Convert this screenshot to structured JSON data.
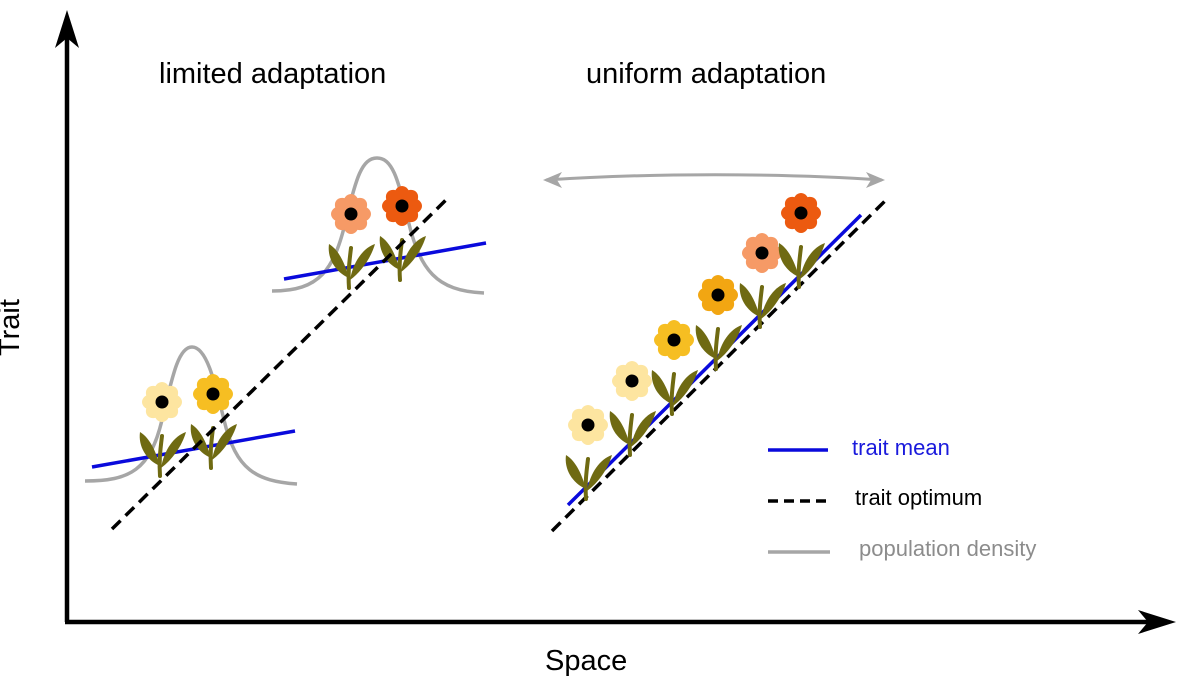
{
  "titles": {
    "left_panel": "limited adaptation",
    "right_panel": "uniform adaptation"
  },
  "axes": {
    "x_label": "Space",
    "y_label": "Trait"
  },
  "legend": {
    "trait_mean": "trait mean",
    "trait_optimum": "trait optimum",
    "population_density": "population density"
  },
  "colors": {
    "trait_mean": "#0a0adc",
    "trait_optimum": "#000000",
    "population_density": "#a6a6a6",
    "legend_mean_text": "#1a1adc",
    "legend_density_text": "#8c8c8c",
    "stem": "#6f6a12",
    "center": "#000000",
    "petal_pale": "#fde5a0",
    "petal_yellow": "#f6be22",
    "petal_gold": "#f2a612",
    "petal_salmon": "#f69a66",
    "petal_orange": "#ec5a10"
  },
  "icons": {
    "flower": "flower-icon",
    "double_arrow": "double-headed-arrow-icon"
  }
}
